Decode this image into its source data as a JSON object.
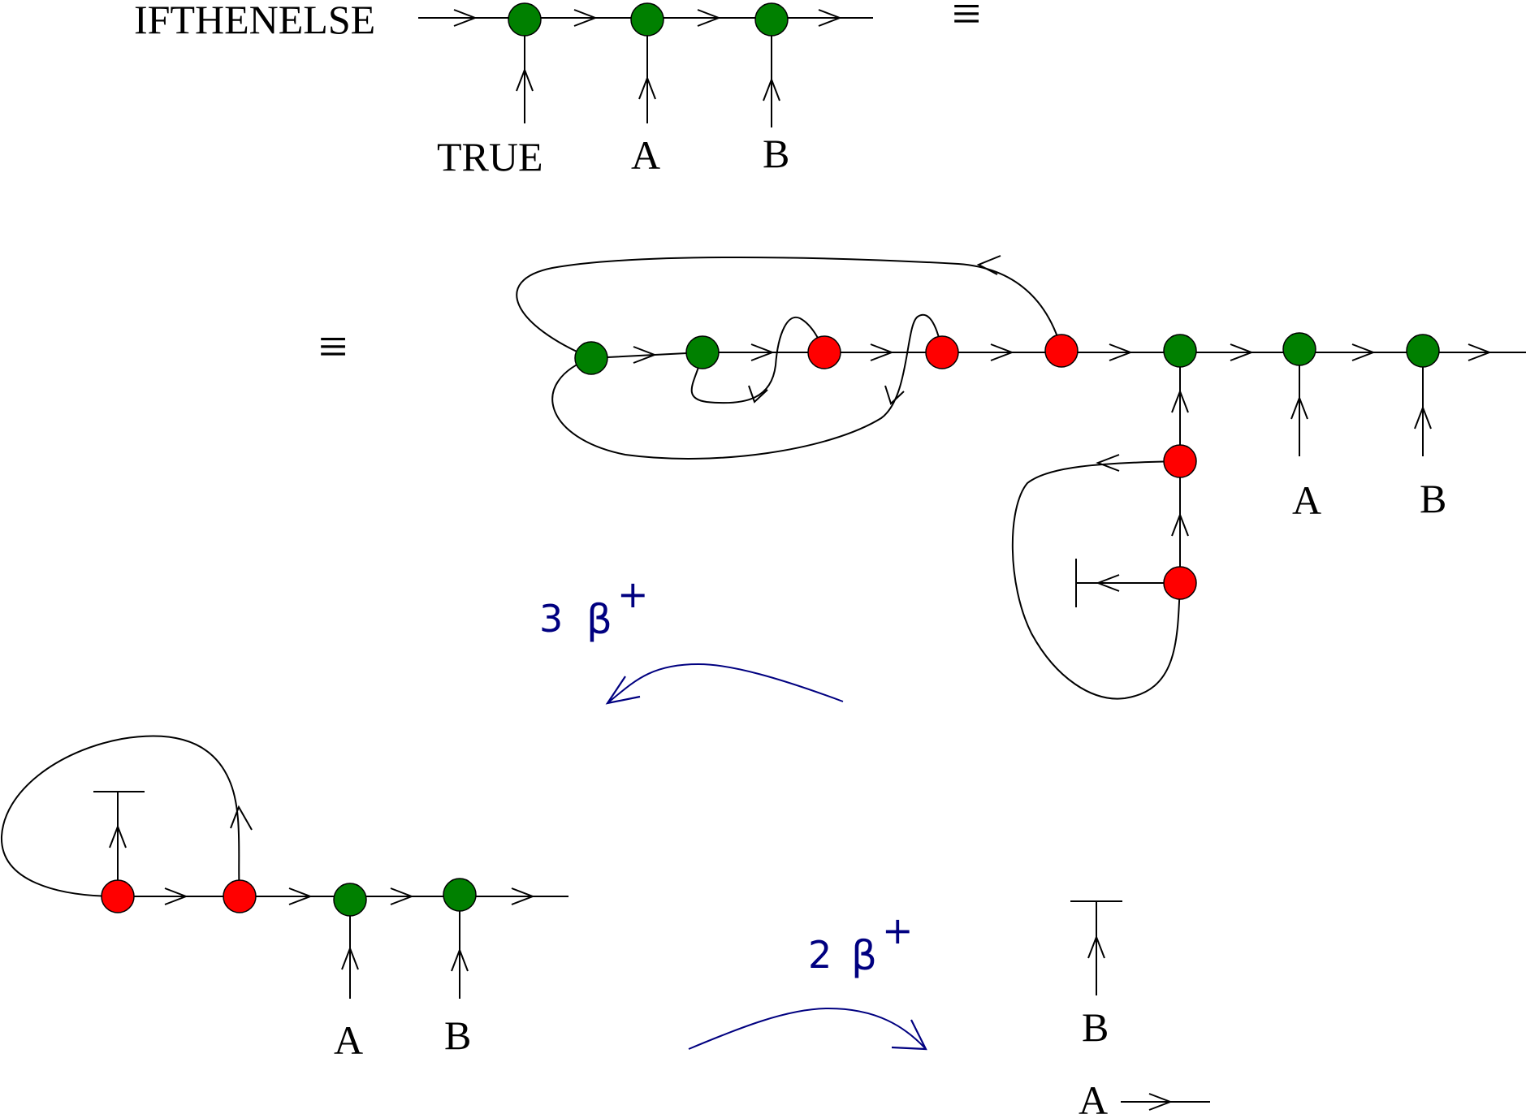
{
  "colors": {
    "green_node": "#008000",
    "red_node": "#ff0000",
    "wire": "#000000",
    "reduction_arrow": "#000080"
  },
  "equation": {
    "title": "IFTHENELSE",
    "equiv_symbol": "≡",
    "top_inputs": [
      "TRUE",
      "A",
      "B"
    ],
    "middle_inputs": [
      "A",
      "B"
    ]
  },
  "reductions": [
    {
      "count": "3",
      "symbol": "β",
      "superscript": "+"
    },
    {
      "count": "2",
      "symbol": "β",
      "superscript": "+"
    }
  ],
  "bottom_left_inputs": [
    "A",
    "B"
  ],
  "result": {
    "top_label": "B",
    "bottom_label": "A"
  }
}
